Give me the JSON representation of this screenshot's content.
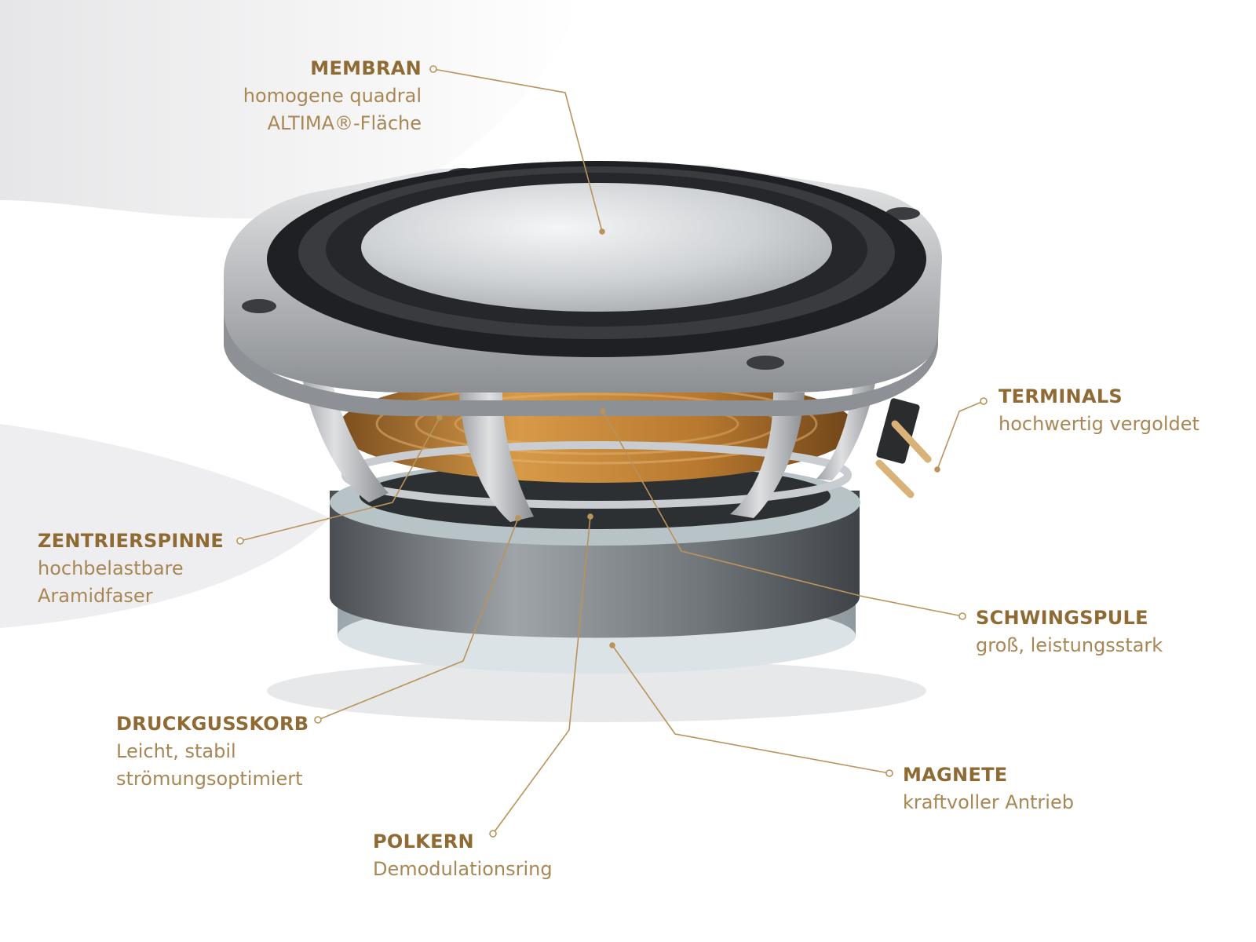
{
  "colors": {
    "label_title": "#8f6a33",
    "label_text": "#a88754",
    "leader_line": "#b9935a",
    "frame_silver": "#c7c9cb",
    "surround": "#2c2d30",
    "cone": "#d7d9dc",
    "spider": "#c68a3a",
    "magnet": "#6f7478"
  },
  "labels": [
    {
      "id": "membran",
      "title": "MEMBRAN",
      "lines": [
        "homogene quadral",
        "ALTIMA®-Fläche"
      ]
    },
    {
      "id": "terminals",
      "title": "TERMINALS",
      "lines": [
        "hochwertig vergoldet"
      ]
    },
    {
      "id": "zentrierspinne",
      "title": "ZENTRIERSPINNE",
      "lines": [
        "hochbelastbare",
        "Aramidfaser"
      ]
    },
    {
      "id": "schwingspule",
      "title": "SCHWINGSPULE",
      "lines": [
        "groß, leistungsstark"
      ]
    },
    {
      "id": "druckgusskorb",
      "title": "DRUCKGUSSKORB",
      "lines": [
        "Leicht, stabil",
        "strömungsoptimiert"
      ]
    },
    {
      "id": "magnete",
      "title": "MAGNETE",
      "lines": [
        "kraftvoller Antrieb"
      ]
    },
    {
      "id": "polkern",
      "title": "POLKERN",
      "lines": [
        "Demodulationsring"
      ]
    }
  ]
}
